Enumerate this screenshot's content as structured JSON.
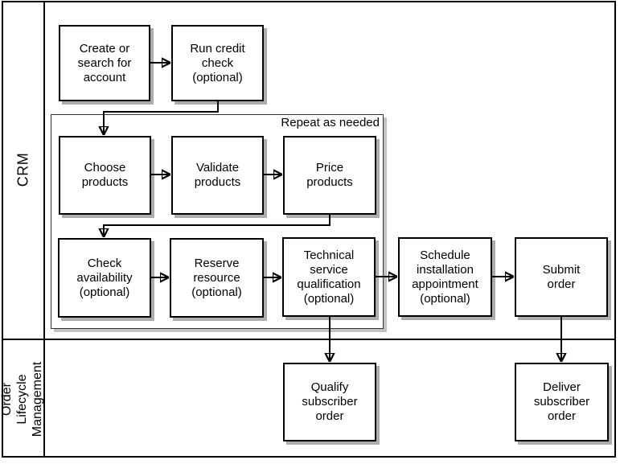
{
  "lanes": [
    {
      "id": "crm",
      "label": "CRM"
    },
    {
      "id": "order-lifecycle-management",
      "label": "Order Lifecycle\nManagement"
    }
  ],
  "group": {
    "label": "Repeat as needed"
  },
  "boxes": {
    "create_or_search_account": "Create or\nsearch for\naccount",
    "run_credit_check": "Run credit\ncheck\n(optional)",
    "choose_products": "Choose\nproducts",
    "validate_products": "Validate\nproducts",
    "price_products": "Price\nproducts",
    "check_availability": "Check\navailability\n(optional)",
    "reserve_resource": "Reserve\nresource\n(optional)",
    "technical_service_qualification": "Technical\nservice\nqualification\n(optional)",
    "schedule_installation_appointment": "Schedule\ninstallation\nappointment\n(optional)",
    "submit_order": "Submit\norder",
    "qualify_subscriber_order": "Qualify\nsubscriber\norder",
    "deliver_subscriber_order": "Deliver\nsubscriber\norder"
  },
  "edges": [
    {
      "from": "create_or_search_account",
      "to": "run_credit_check"
    },
    {
      "from": "run_credit_check",
      "to": "choose_products"
    },
    {
      "from": "choose_products",
      "to": "validate_products"
    },
    {
      "from": "validate_products",
      "to": "price_products"
    },
    {
      "from": "price_products",
      "to": "check_availability"
    },
    {
      "from": "check_availability",
      "to": "reserve_resource"
    },
    {
      "from": "reserve_resource",
      "to": "technical_service_qualification"
    },
    {
      "from": "technical_service_qualification",
      "to": "schedule_installation_appointment"
    },
    {
      "from": "schedule_installation_appointment",
      "to": "submit_order"
    },
    {
      "from": "technical_service_qualification",
      "to": "qualify_subscriber_order"
    },
    {
      "from": "submit_order",
      "to": "deliver_subscriber_order"
    }
  ],
  "colors": {
    "background": "#ffffff",
    "box_fill": "#ffffff",
    "border": "#000000",
    "group_border": "#333333",
    "shadow": "#adadad"
  }
}
